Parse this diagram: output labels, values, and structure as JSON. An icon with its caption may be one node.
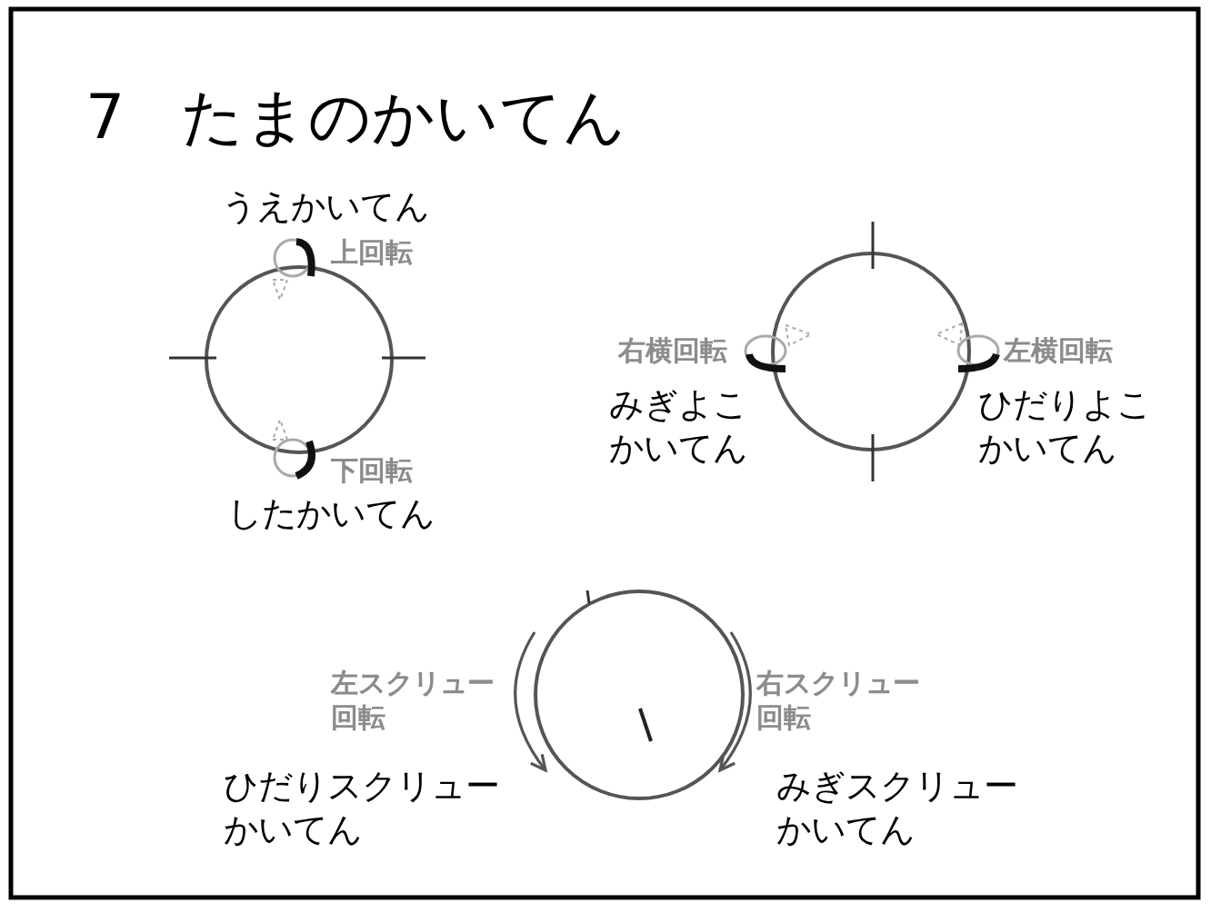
{
  "diagram": {
    "title": "7 たまのかいてん",
    "labels": [
      "うえかいてん",
      "上回転",
      "右横回転",
      "左横回転",
      "みぎよこかいてん",
      "ひだりよこかいてん",
      "下回転",
      "したかいてん",
      "左スクリュー回転",
      "右スクリュー回転",
      "ひだりスクリューかいてん",
      "みぎスクリューかいてん"
    ]
  }
}
